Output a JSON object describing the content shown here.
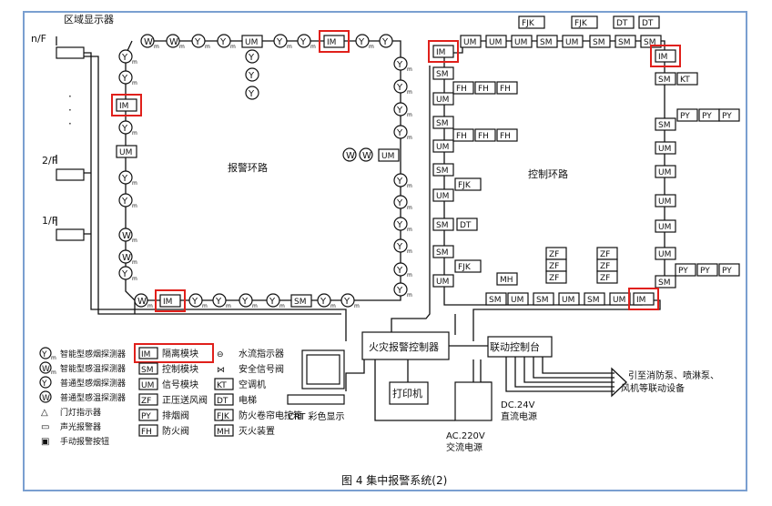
{
  "title": {
    "display_label": "区域显示器",
    "floor_n": "n/F",
    "floor_2": "2/F",
    "floor_1": "1/F",
    "alarm_loop": "报警环路",
    "control_loop": "控制环路",
    "fire_controller": "火灾报警控制器",
    "linkage_console": "联动控制台",
    "printer": "打印机",
    "crt": "CRT 彩色显示",
    "dc_power": "DC.24V\n直流电源",
    "ac_power": "AC.220V\n交流电源",
    "linkage_target": "引至消防泵、喷淋泵、\n风机等联动设备",
    "caption": "图 4  集中报警系统(2)"
  },
  "modules": {
    "IM": "IM",
    "UM": "UM",
    "SM": "SM",
    "FH": "FH",
    "FJK": "FJK",
    "DT": "DT",
    "ZF": "ZF",
    "PY": "PY",
    "KT": "KT",
    "MH": "MH"
  },
  "detectors": {
    "Y": "Y",
    "W": "W"
  },
  "legend": {
    "left": [
      {
        "symbol": "Y",
        "sub": "m",
        "label": "智能型感烟探测器"
      },
      {
        "symbol": "W",
        "sub": "m",
        "label": "智能型感温探测器"
      },
      {
        "symbol": "Y",
        "sub": "",
        "label": "普通型感烟探测器"
      },
      {
        "symbol": "W",
        "sub": "",
        "label": "普通型感温探测器"
      },
      {
        "symbol": "△",
        "sub": "",
        "label": "门灯指示器"
      },
      {
        "symbol": "▭",
        "sub": "",
        "label": "声光报警器"
      },
      {
        "symbol": "▣",
        "sub": "",
        "label": "手动报警按钮"
      }
    ],
    "mid": [
      {
        "code": "IM",
        "label": "隔离模块"
      },
      {
        "code": "SM",
        "label": "控制模块"
      },
      {
        "code": "UM",
        "label": "信号模块"
      },
      {
        "code": "ZF",
        "label": "正压送风阀"
      },
      {
        "code": "PY",
        "label": "排烟阀"
      },
      {
        "code": "FH",
        "label": "防火阀"
      }
    ],
    "right": [
      {
        "code": "⊖",
        "label": "水流指示器"
      },
      {
        "code": "⋈",
        "label": "安全信号阀"
      },
      {
        "code": "KT",
        "label": "空调机"
      },
      {
        "code": "DT",
        "label": "电梯"
      },
      {
        "code": "FJK",
        "label": "防火卷帘电控箱"
      },
      {
        "code": "MH",
        "label": "灭火装置"
      }
    ]
  },
  "colors": {
    "highlight": "#e0201b",
    "frame": "#7a9fd0",
    "ink": "#111111"
  }
}
